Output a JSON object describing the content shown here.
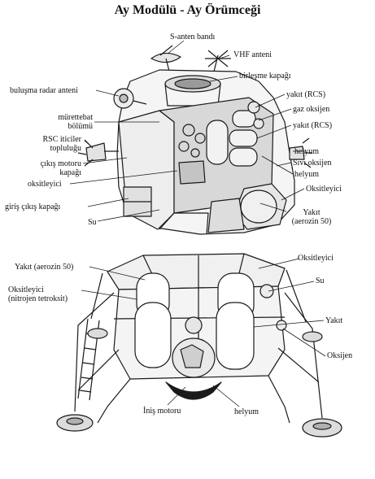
{
  "title": "Ay Modülü - Ay Örümceği",
  "labels": {
    "s_antenna": "S-anten bandı",
    "vhf_antenna": "VHF anteni",
    "docking_hatch": "birleşme kapağı",
    "rendezvous_radar": "buluşma radar anteni",
    "fuel_rcs_1": "yakıt (RCS)",
    "gas_oxygen": "gaz oksijen",
    "fuel_rcs_2": "yakıt (RCS)",
    "crew_line1": "mürettebat",
    "crew_line2": "bölümü",
    "rsc_line1": "RSC iticiler",
    "rsc_line2": "topluluğu",
    "helium_top": "helyum",
    "liquid_oxygen": "Sıvı oksijen",
    "helium_mid": "helyum",
    "ascent_engine_line1": "çıkış motoru",
    "ascent_engine_line2": "kapağı",
    "oxidizer_left": "oksitleyici",
    "oxidizer_right": "Oksitleyici",
    "exit_hatch": "giriş çıkış kapağı",
    "water_top": "Su",
    "fuel_aerozine_line1": "Yakıt",
    "fuel_aerozine_line2": "(aerozin 50)",
    "oxidizer_descent": "Oksitleyici",
    "fuel_aerozine_descent": "Yakıt (aerozin 50)",
    "water_descent": "Su",
    "oxidizer_n2o4_line1": "Oksitleyici",
    "oxidizer_n2o4_line2": "(nitrojen tetroksit)",
    "fuel_descent": "Yakıt",
    "oxygen_descent": "Oksijen",
    "descent_engine": "İniş motoru",
    "helium_descent": "helyum"
  }
}
